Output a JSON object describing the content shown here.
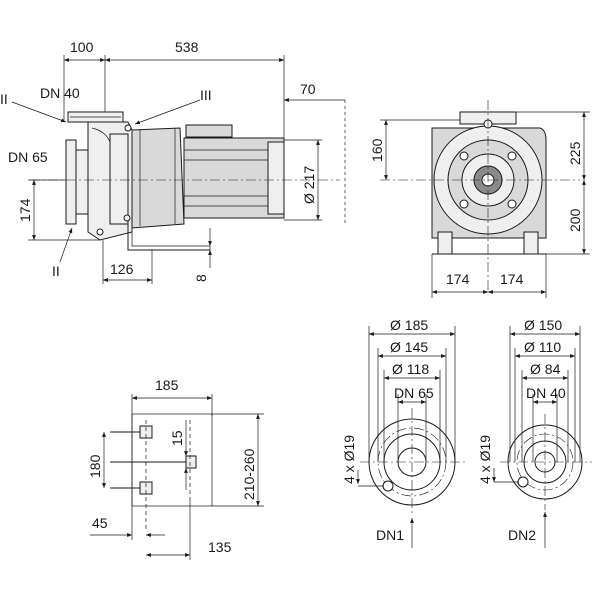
{
  "dimensions": {
    "d100": "100",
    "d538": "538",
    "d70": "70",
    "dn40": "DN 40",
    "dn65": "DN 65",
    "roman2_top": "II",
    "roman3": "III",
    "roman2_bottom": "II",
    "d174_side": "174",
    "d126": "126",
    "d8": "8",
    "d217": "Ø 217",
    "d160": "160",
    "d225": "225",
    "d200": "200",
    "d174_left": "174",
    "d174_right": "174",
    "d185_base": "185",
    "d15": "15",
    "d180": "180",
    "d210_260": "210-260",
    "d45": "45",
    "d135": "135",
    "f1_d185": "Ø 185",
    "f1_d145": "Ø 145",
    "f1_d118": "Ø 118",
    "f1_dn": "DN 65",
    "f1_holes": "4 x Ø19",
    "f1_label": "DN1",
    "f2_d150": "Ø 150",
    "f2_d110": "Ø 110",
    "f2_d84": "Ø 84",
    "f2_dn": "DN 40",
    "f2_holes": "4 x Ø19",
    "f2_label": "DN2"
  }
}
